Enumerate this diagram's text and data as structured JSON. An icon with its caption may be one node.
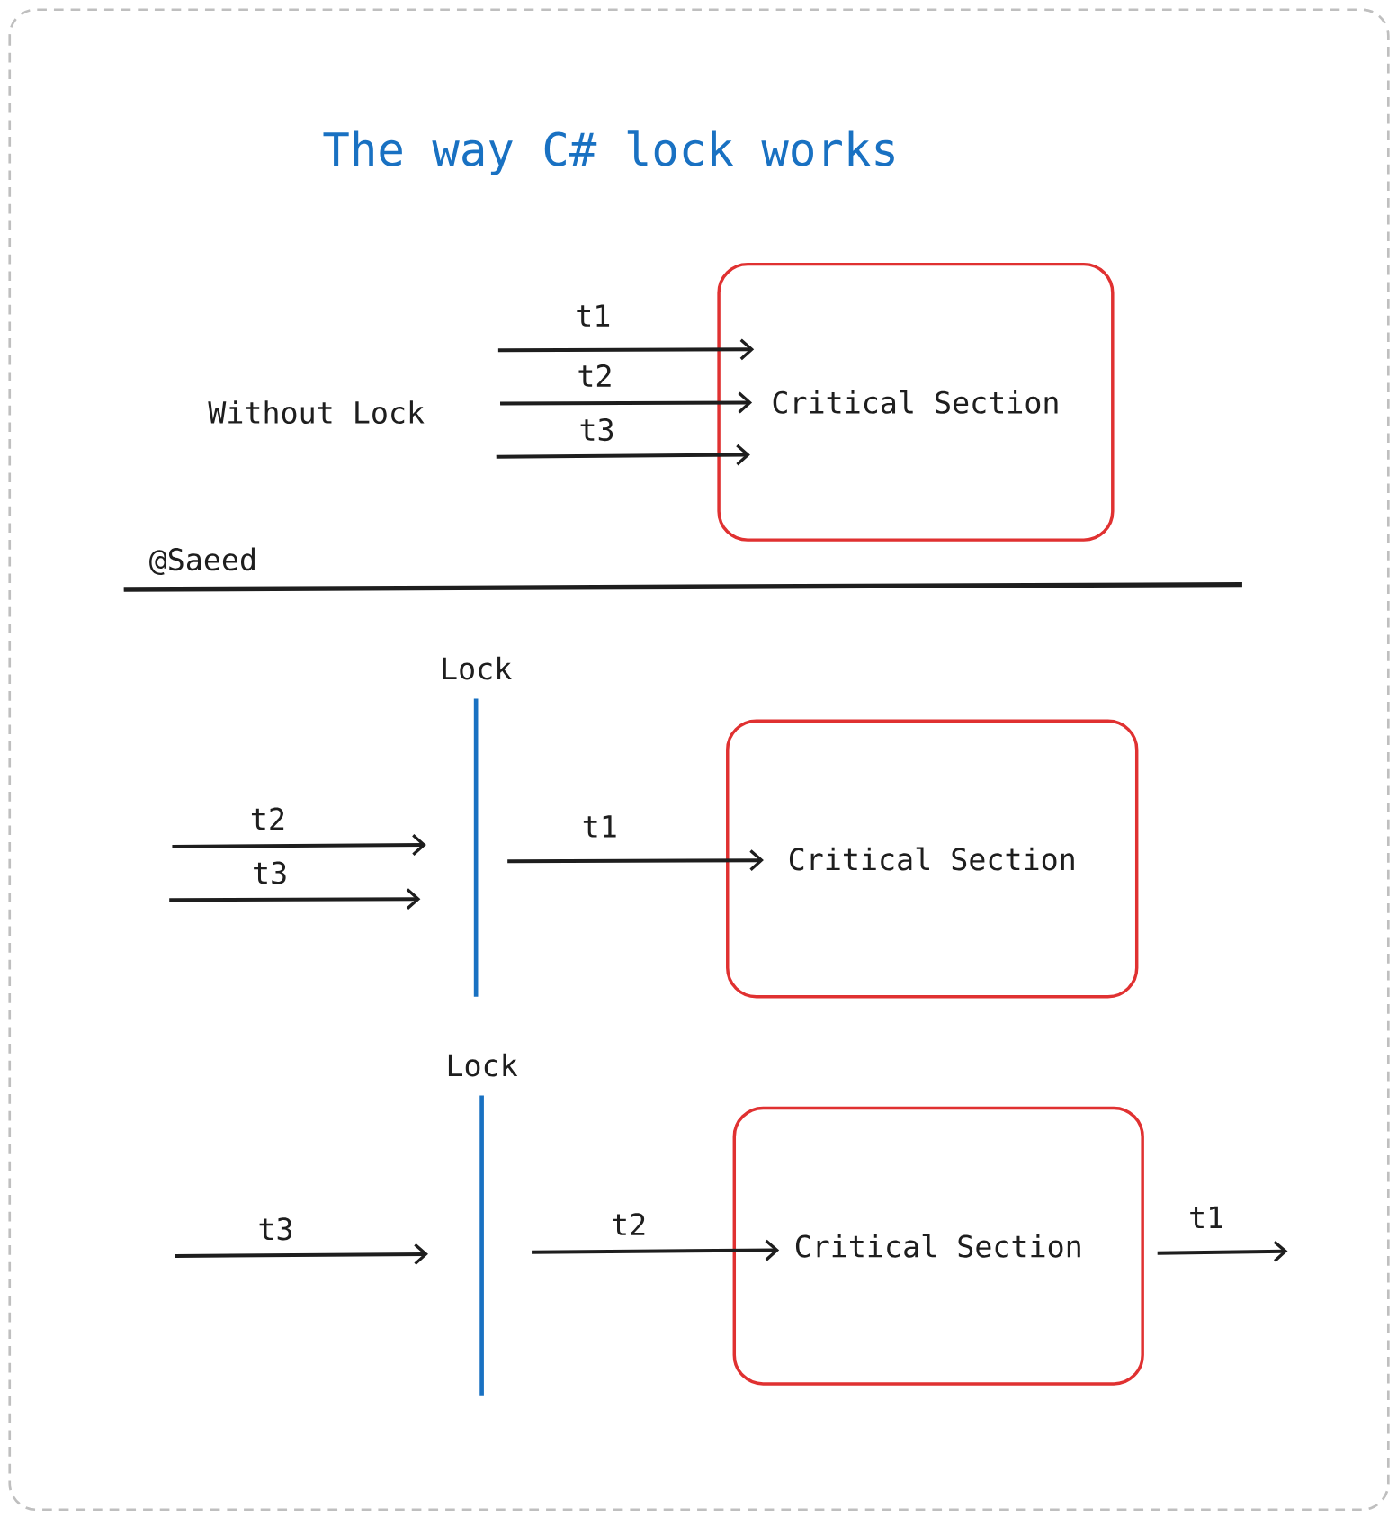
{
  "diagram": {
    "title": "The way C# lock works",
    "nodes": [
      {
        "text": [
          "Critical Section"
        ]
      },
      {
        "text": [
          "Critical Section"
        ]
      },
      {
        "text": [
          "Critical Section"
        ]
      },
      {
        "text": [
          "Lock"
        ]
      },
      {
        "text": [
          "Lock"
        ]
      }
    ],
    "edges": [
      {
        "from": null,
        "to": 0,
        "arrow": "to",
        "label": "t1"
      },
      {
        "from": null,
        "to": 0,
        "arrow": "to",
        "label": "t2"
      },
      {
        "from": null,
        "to": 0,
        "arrow": "to",
        "label": "t3"
      },
      {
        "from": null,
        "to": 3,
        "arrow": "to",
        "label": "t2"
      },
      {
        "from": null,
        "to": 3,
        "arrow": "to",
        "label": "t3"
      },
      {
        "from": 3,
        "to": 1,
        "arrow": "to",
        "label": "t1"
      },
      {
        "from": null,
        "to": 4,
        "arrow": "to",
        "label": "t3"
      },
      {
        "from": 4,
        "to": 2,
        "arrow": "to",
        "label": "t2"
      },
      {
        "from": 2,
        "to": null,
        "arrow": "to",
        "label": "t1"
      }
    ],
    "labels": [
      "Without Lock",
      "@Saeed"
    ]
  }
}
